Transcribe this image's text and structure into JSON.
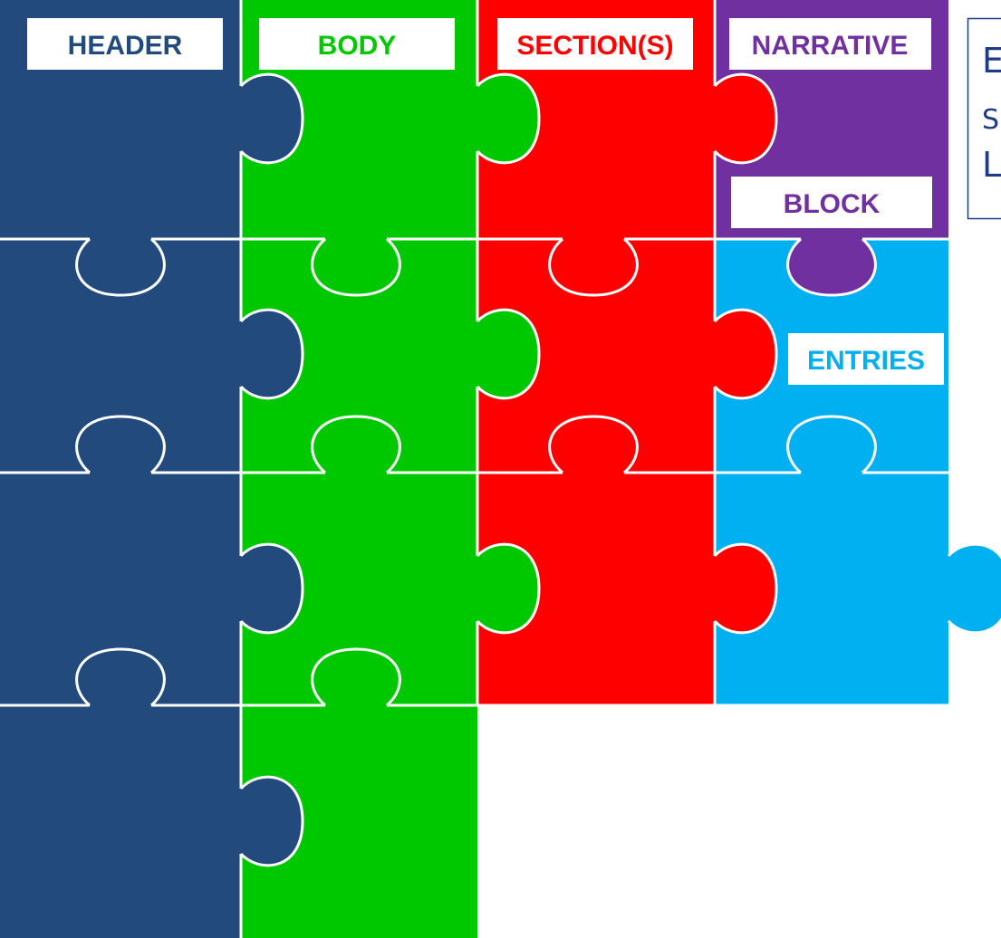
{
  "colors": {
    "header": "#224a7c",
    "body": "#00c800",
    "section": "#ff0000",
    "narrative": "#7030a0",
    "entries": "#00b0f0",
    "seam": "#ffffff",
    "note_border": "#1f3b86",
    "note_text": "#1f3b86"
  },
  "labels": {
    "header": "HEADER",
    "body": "BODY",
    "section": "SECTION(S)",
    "narrative": "NARRATIVE",
    "block": "BLOCK",
    "entries": "ENTRIES"
  },
  "note": {
    "line1": "E",
    "line2": "S",
    "line3": "L"
  },
  "pieces": {
    "header_column_rows": 4,
    "body_column_rows": 4,
    "section_column_rows": 3,
    "narrative_rows": 1,
    "entries_rows": 2
  }
}
